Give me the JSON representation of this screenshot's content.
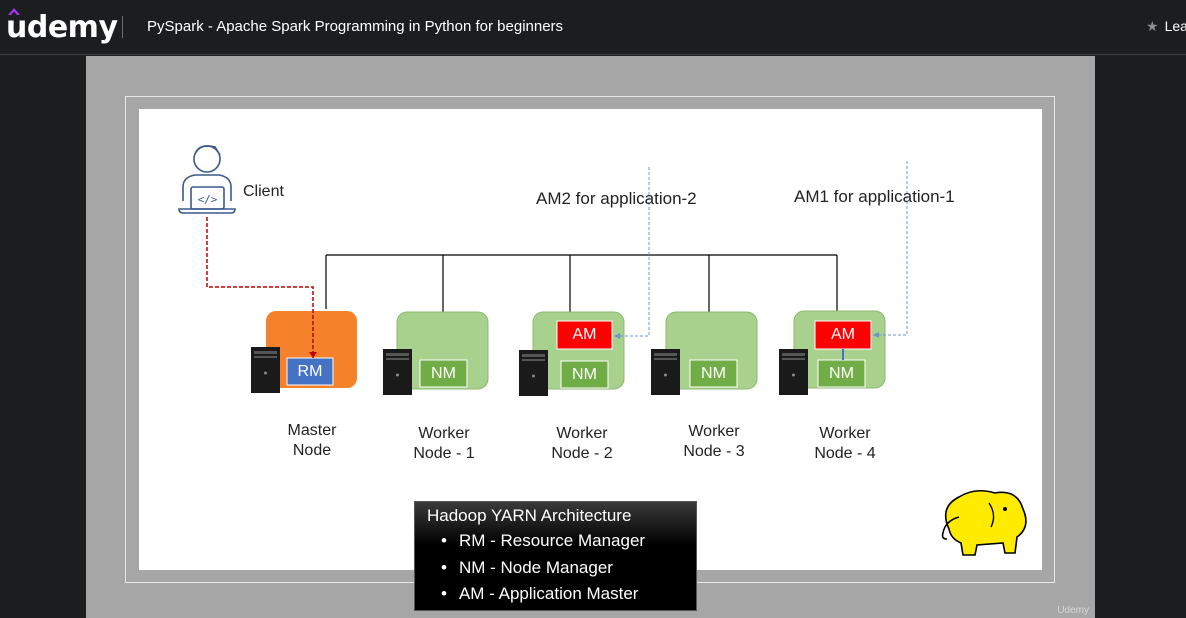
{
  "header": {
    "logo": "udemy",
    "course_title": "PySpark - Apache Spark Programming in Python for beginners",
    "leave_rating": "Lea"
  },
  "slide": {
    "client_label": "Client",
    "am2_label": "AM2 for application-2",
    "am1_label": "AM1 for application-1",
    "nodes": [
      {
        "name": "Master\nNode",
        "badge": "RM"
      },
      {
        "name": "Worker\nNode - 1",
        "badge": "NM"
      },
      {
        "name": "Worker\nNode - 2",
        "badge": "NM",
        "am": "AM"
      },
      {
        "name": "Worker\nNode - 3",
        "badge": "NM"
      },
      {
        "name": "Worker\nNode - 4",
        "badge": "NM",
        "am": "AM"
      }
    ],
    "legend": {
      "title": "Hadoop YARN Architecture",
      "items": [
        "RM - Resource Manager",
        "NM - Node Manager",
        "AM - Application Master"
      ]
    },
    "watermark": "Udemy"
  },
  "colors": {
    "master": "#f5822a",
    "worker": "#a9d18e",
    "badge_rm": "#4472c4",
    "badge_nm": "#70ad47",
    "badge_am": "#ff0000"
  }
}
